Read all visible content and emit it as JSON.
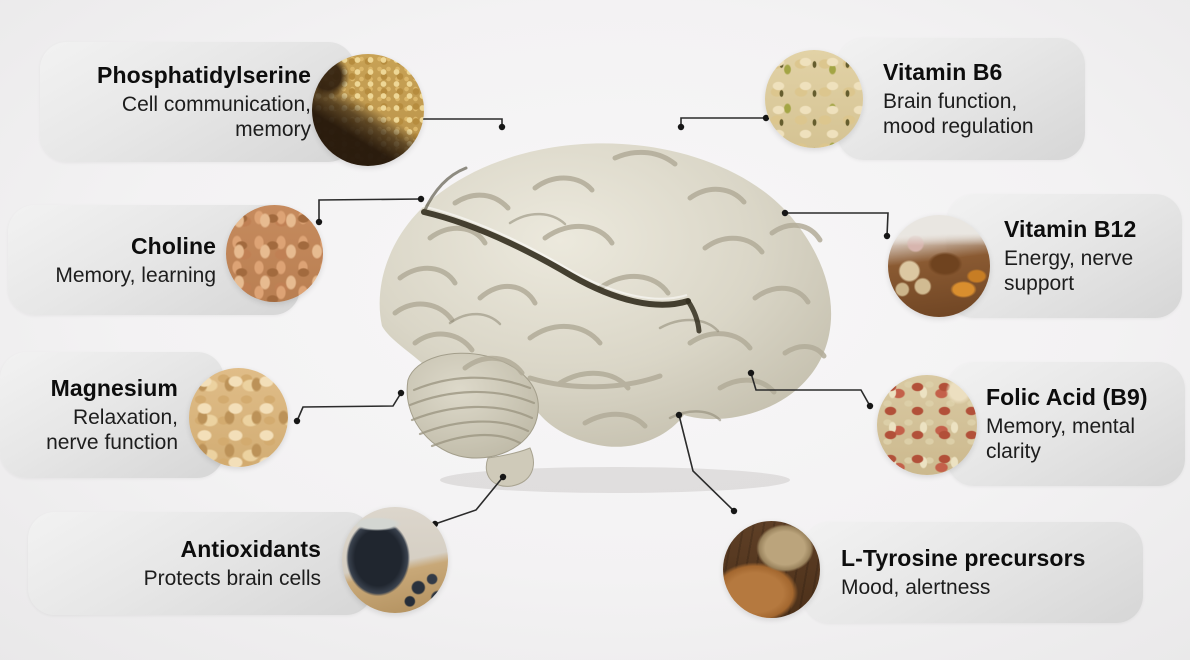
{
  "infographic": {
    "subject": "brain-nutrients",
    "center_image": "anatomical-brain-model"
  },
  "colors": {
    "background": "#f3f2f3",
    "card": "#e4e4e4",
    "title_text": "#0d0d0d",
    "body_text": "#1d1d1d",
    "connector": "#2b2b2b",
    "brain_model": "#d8d3c4"
  },
  "callouts": [
    {
      "id": "phosphatidylserine",
      "side": "left",
      "title": "Phosphatidylserine",
      "description": "Cell communication,\nmemory",
      "image": "millet-grains-in-spoon"
    },
    {
      "id": "choline",
      "side": "left",
      "title": "Choline",
      "description": "Memory, learning",
      "image": "peanuts"
    },
    {
      "id": "magnesium",
      "side": "left",
      "title": "Magnesium",
      "description": "Relaxation,\nnerve function",
      "image": "cashews"
    },
    {
      "id": "antioxidants",
      "side": "left",
      "title": "Antioxidants",
      "description": "Protects brain cells",
      "image": "blueberries-in-jar"
    },
    {
      "id": "vitamin-b6",
      "side": "right",
      "title": "Vitamin B6",
      "description": "Brain function,\nmood regulation",
      "image": "pistachios"
    },
    {
      "id": "vitamin-b12",
      "side": "right",
      "title": "Vitamin B12",
      "description": "Energy, nerve\nsupport",
      "image": "mushrooms-on-tray"
    },
    {
      "id": "folic-acid-b9",
      "side": "right",
      "title": "Folic Acid (B9)",
      "description": "Memory, mental\nclarity",
      "image": "red-peanuts-and-seeds"
    },
    {
      "id": "l-tyrosine",
      "side": "right",
      "title": "L-Tyrosine precursors",
      "description": "Mood, alertness",
      "image": "almonds-spilling-from-bag"
    }
  ]
}
